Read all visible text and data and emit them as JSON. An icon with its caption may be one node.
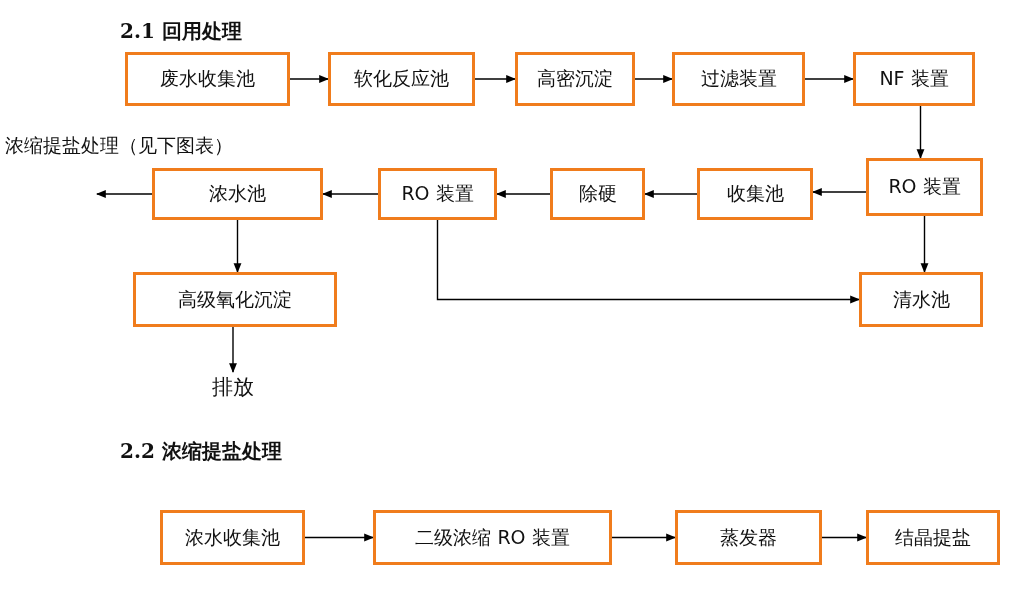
{
  "diagram": {
    "nodes": [
      {
        "text": [
          "废水收集池"
        ]
      },
      {
        "text": [
          "软化反应池"
        ]
      },
      {
        "text": [
          "高密沉淀"
        ]
      },
      {
        "text": [
          "过滤装置"
        ]
      },
      {
        "text": [
          "NF 装置"
        ]
      },
      {
        "text": [
          "RO 装置"
        ]
      },
      {
        "text": [
          "收集池"
        ]
      },
      {
        "text": [
          "除硬"
        ]
      },
      {
        "text": [
          "RO 装置"
        ]
      },
      {
        "text": [
          "浓水池"
        ]
      },
      {
        "text": [
          "高级氧化沉淀"
        ]
      },
      {
        "text": [
          "清水池"
        ]
      },
      {
        "text": [
          "排放"
        ]
      },
      {
        "text": [
          "浓水收集池"
        ]
      },
      {
        "text": [
          "二级浓缩 RO 装置"
        ]
      },
      {
        "text": [
          "蒸发器"
        ]
      },
      {
        "text": [
          "结晶提盐"
        ]
      }
    ],
    "edges": [
      {
        "from": 0,
        "to": 1,
        "arrow": "to"
      },
      {
        "from": 1,
        "to": 2,
        "arrow": "to"
      },
      {
        "from": 2,
        "to": 3,
        "arrow": "to"
      },
      {
        "from": 3,
        "to": 4,
        "arrow": "to"
      },
      {
        "from": 4,
        "to": 5,
        "arrow": "to"
      },
      {
        "from": 5,
        "to": 6,
        "arrow": "to"
      },
      {
        "from": 6,
        "to": 7,
        "arrow": "to"
      },
      {
        "from": 7,
        "to": 8,
        "arrow": "to"
      },
      {
        "from": 8,
        "to": 9,
        "arrow": "to"
      },
      {
        "from": 9,
        "to": null,
        "arrow": "to"
      },
      {
        "from": 9,
        "to": 10,
        "arrow": "to"
      },
      {
        "from": 5,
        "to": 11,
        "arrow": "to"
      },
      {
        "from": 8,
        "to": 11,
        "arrow": "to"
      },
      {
        "from": 10,
        "to": 12,
        "arrow": "to"
      },
      {
        "from": 13,
        "to": 14,
        "arrow": "to"
      },
      {
        "from": 14,
        "to": 15,
        "arrow": "to"
      },
      {
        "from": 15,
        "to": 16,
        "arrow": "to"
      }
    ],
    "labels": [
      "2.1 回用处理",
      "浓缩提盐处理（见下图表）",
      "2.2 浓缩提盐处理"
    ]
  }
}
